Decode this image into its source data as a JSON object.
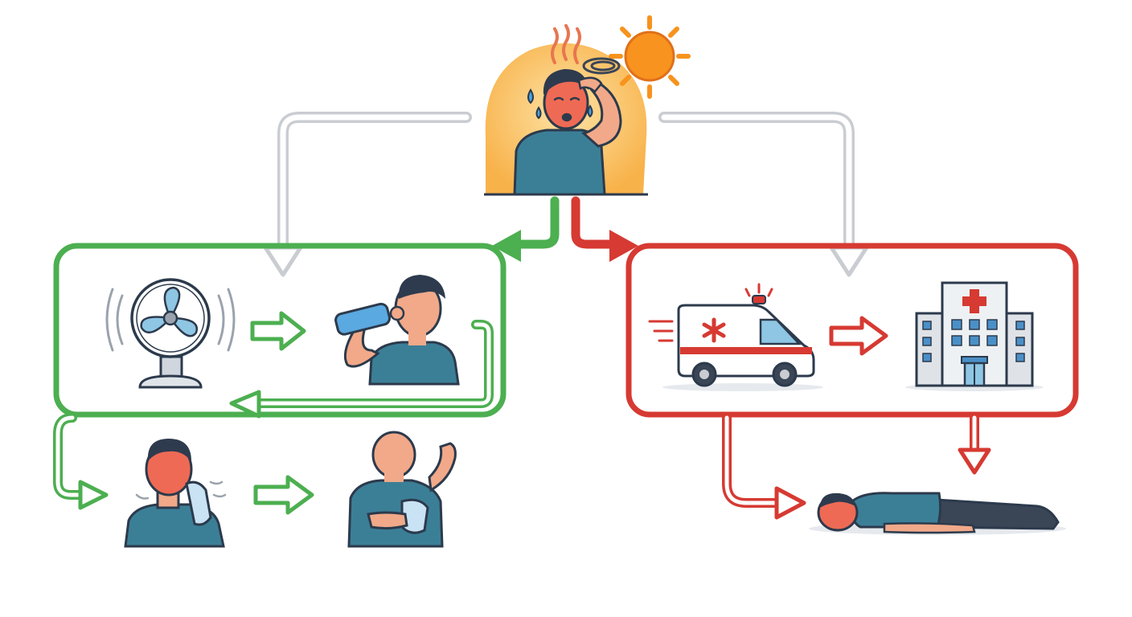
{
  "colors": {
    "background": "#ffffff",
    "care_green": "#4caf50",
    "emergency_red": "#d63a32",
    "neutral_gray": "#c9cdd2",
    "skin": "#f1a989",
    "skin_flushed": "#ef5a4a",
    "shirt_teal": "#3b7f97",
    "hair": "#2e3b4e",
    "sun": "#f7931e",
    "glow": "#fbc768",
    "fan_blue": "#8ec6e4",
    "water_blue": "#5aa9e0",
    "building_gray": "#dfe3e8",
    "window_blue": "#4a90c8"
  },
  "diagram": {
    "top": {
      "subject": "overheated-person",
      "icons": [
        "sun-icon",
        "heat-waves-icon",
        "sweat-drops-icon",
        "dizzy-swirl-icon"
      ]
    },
    "care_branch": {
      "color_key": "care_green",
      "steps": [
        {
          "icon": "electric-fan-icon"
        },
        {
          "icon": "person-drinking-water-icon"
        },
        {
          "icon": "person-cooling-neck-icon"
        },
        {
          "icon": "person-cold-compress-armpit-icon"
        }
      ]
    },
    "emergency_branch": {
      "color_key": "emergency_red",
      "steps": [
        {
          "icon": "ambulance-icon"
        },
        {
          "icon": "hospital-icon"
        },
        {
          "icon": "collapsed-person-icon"
        }
      ]
    }
  }
}
